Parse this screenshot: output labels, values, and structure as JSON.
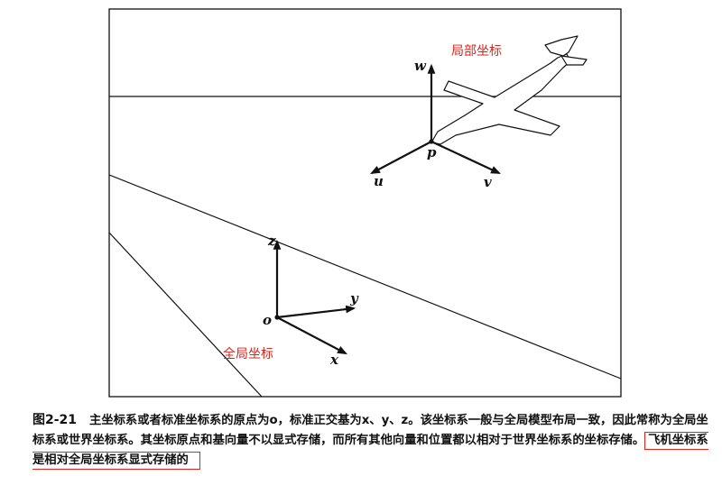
{
  "figure": {
    "local_label": "局部坐标",
    "global_label": "全局坐标",
    "local_axes": {
      "w": "w",
      "p": "p",
      "u": "u",
      "v": "v"
    },
    "global_axes": {
      "z": "z",
      "y": "y",
      "o": "o",
      "x": "x"
    },
    "colors": {
      "label": "#d9261c",
      "highlight_box": "#e0241b",
      "ink": "#111111"
    }
  },
  "caption": {
    "number": "图2-21",
    "text_before": "主坐标系或者标准坐标系的原点为o，标准正交基为x、y、z。该坐标系一般与全局模型布局一致，因此常称为全局坐标系或世界坐标系。其坐标原点和基向量不以显式存储，而所有其他向量和位置都以相对于世界坐标系的坐标存储。",
    "highlighted": "飞机坐标系是相对全局坐标系显式存储的"
  }
}
